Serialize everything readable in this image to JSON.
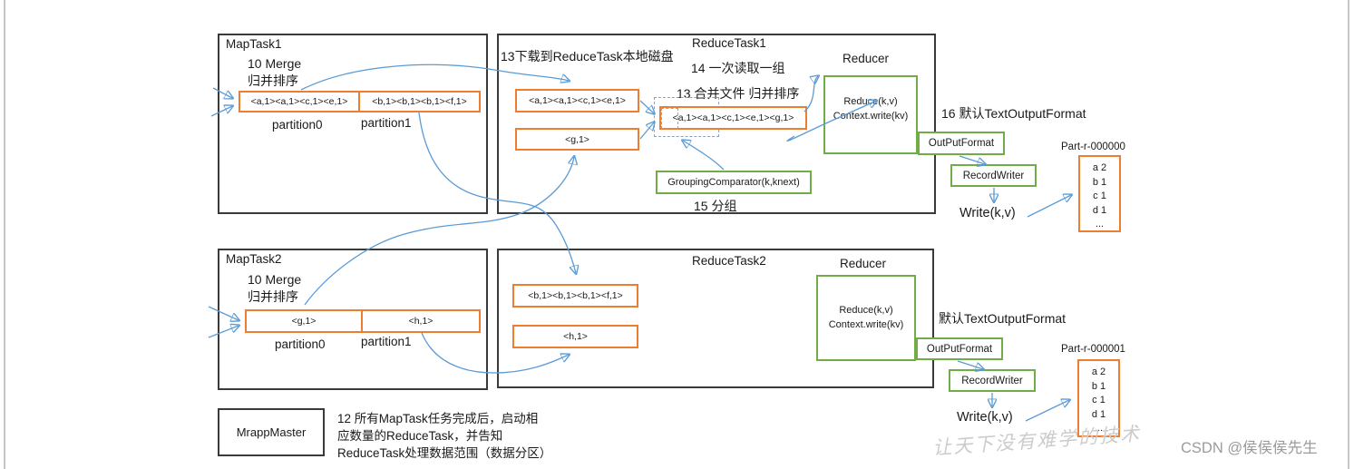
{
  "mapTask1": {
    "title": "MapTask1",
    "merge_label": "10 Merge",
    "sort_label": "归并排序",
    "cells": [
      "<a,1><a,1><c,1><e,1>",
      "<b,1><b,1><b,1><f,1>"
    ],
    "partitions": [
      "partition0",
      "partition1"
    ]
  },
  "mapTask2": {
    "title": "MapTask2",
    "merge_label": "10 Merge",
    "sort_label": "归并排序",
    "cells": [
      "<g,1>",
      "<h,1>"
    ],
    "partitions": [
      "partition0",
      "partition1"
    ]
  },
  "reduceTask1": {
    "title": "ReduceTask1",
    "download_label": "13下载到ReduceTask本地磁盘",
    "read_label": "14 一次读取一组",
    "merge_label": "13 合并文件 归并排序",
    "files": [
      "<a,1><a,1><c,1><e,1>",
      "<g,1>"
    ],
    "merged": "<a,1><a,1><c,1><e,1><g,1>",
    "grouping_comparator": "GroupingComparator(k,knext)",
    "group_label": "15 分组"
  },
  "reduceTask2": {
    "title": "ReduceTask2",
    "files": [
      "<b,1><b,1><b,1><f,1>",
      "<h,1>"
    ]
  },
  "reducer1": {
    "title": "Reducer",
    "line1": "Reduce(k,v)",
    "line2": "Context.write(kv)",
    "output_format": "OutPutFormat",
    "default_label": "16 默认TextOutputFormat",
    "record_writer": "RecordWriter",
    "write_label": "Write(k,v)",
    "part_label": "Part-r-000000",
    "part_rows": [
      "a 2",
      "b 1",
      "c 1",
      "d 1",
      "..."
    ]
  },
  "reducer2": {
    "title": "Reducer",
    "line1": "Reduce(k,v)",
    "line2": "Context.write(kv)",
    "output_format": "OutPutFormat",
    "default_label": "默认TextOutputFormat",
    "record_writer": "RecordWriter",
    "write_label": "Write(k,v)",
    "part_label": "Part-r-000001",
    "part_rows": [
      "a 2",
      "b 1",
      "c 1",
      "d 1",
      "..."
    ]
  },
  "master": {
    "box_label": "MrappMaster",
    "note_line1": "12 所有MapTask任务完成后，启动相",
    "note_line2": "应数量的ReduceTask，并告知",
    "note_line3": "ReduceTask处理数据范围（数据分区）"
  },
  "watermarks": {
    "center": "让天下没有难学的技术",
    "csdn": "CSDN @侯侯侯先生"
  },
  "colors": {
    "orange": "#ED7D31",
    "green": "#70AD47",
    "blue": "#5B9BD5",
    "box_border": "#3a3a3a"
  }
}
